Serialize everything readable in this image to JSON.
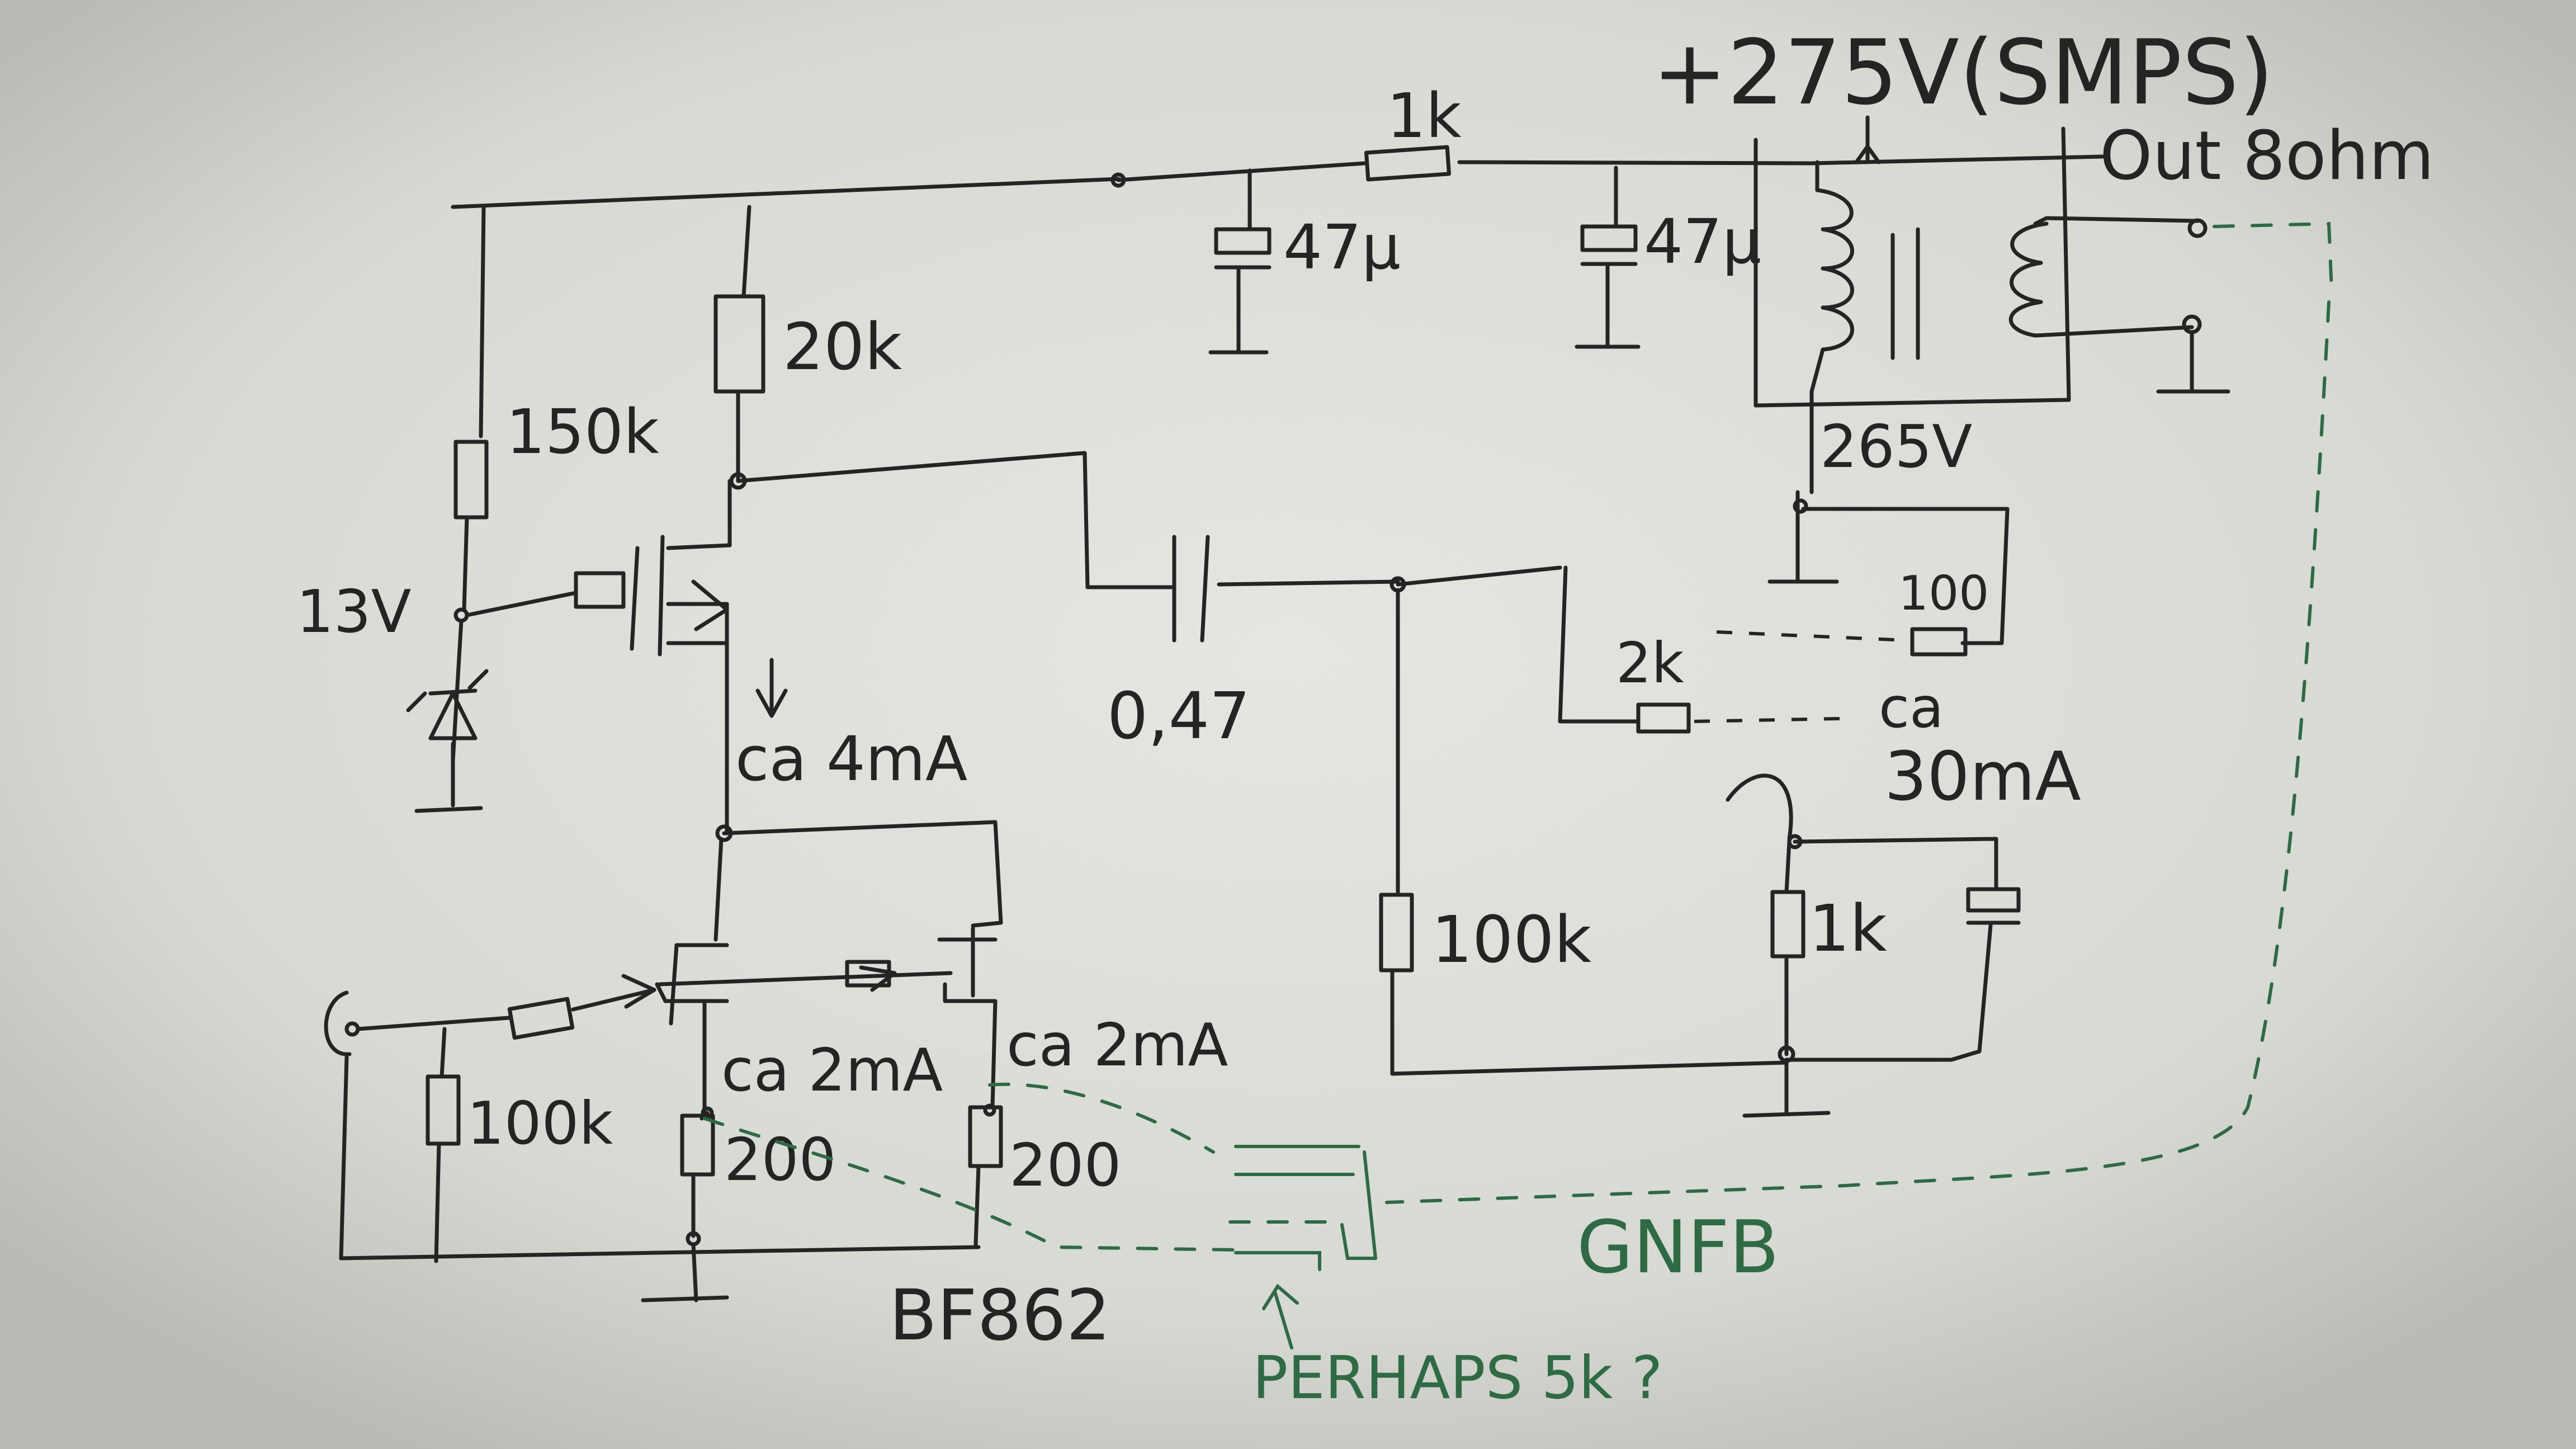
{
  "labels": {
    "supply": "+275V(SMPS)",
    "output": "Out 8ohm",
    "r_1k_top": "1k",
    "c1": "47µ",
    "c2": "47µ",
    "r_20k": "20k",
    "r_150k": "150k",
    "zener_voltage": "13V",
    "drain_current": "ca 4mA",
    "coupling_cap": "0,47",
    "transformer_tap": "265V",
    "r_100": "100",
    "r_2k": "2k",
    "ca": "ca",
    "tube_current": "30mA",
    "r_100k_grid": "100k",
    "r_1k_cathode": "1k",
    "r_100k_input": "100k",
    "jfet1_current": "ca 2mA",
    "jfet2_current": "ca 2mA",
    "r_200_a": "200",
    "r_200_b": "200",
    "jfet_part": "BF862",
    "feedback": "GNFB",
    "feedback_note": "PERHAPS 5k ?"
  }
}
